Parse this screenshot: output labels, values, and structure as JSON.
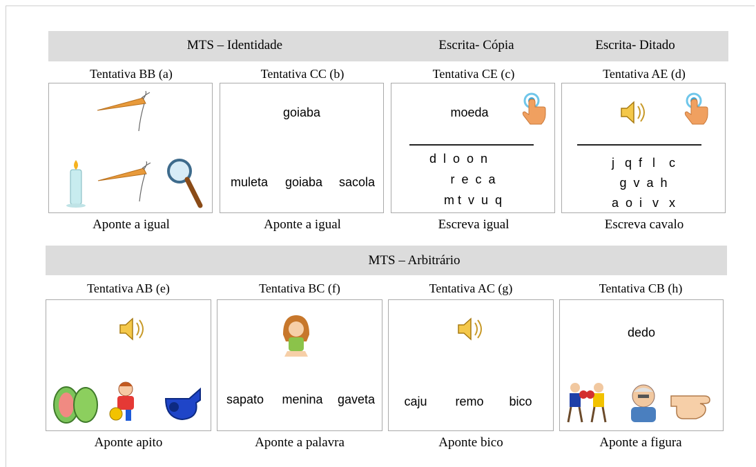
{
  "headers": {
    "identity": "MTS – Identidade",
    "copy": "Escrita- Cópia",
    "dictation": "Escrita- Ditado",
    "arbitrary": "MTS – Arbitrário"
  },
  "top_row": [
    {
      "trial": "Tentativa BB (a)",
      "instruction": "Aponte a igual"
    },
    {
      "trial": "Tentativa CC (b)",
      "instruction": "Aponte a igual",
      "sample": "goiaba",
      "choices": [
        "muleta",
        "goiaba",
        "sacola"
      ]
    },
    {
      "trial": "Tentativa CE  (c)",
      "instruction": "Escreva igual",
      "sample": "moeda",
      "keys": [
        "d  l  o  o  n",
        "r  e  c  a",
        "m t  v  u  q"
      ]
    },
    {
      "trial": "Tentativa AE (d)",
      "instruction": "Escreva cavalo",
      "keys": [
        "j   q  f   l    c",
        "g  v  a  h",
        "a  o  i   v   x"
      ]
    }
  ],
  "bottom_row": [
    {
      "trial": "Tentativa AB (e)",
      "instruction": "Aponte apito"
    },
    {
      "trial": "Tentativa BC (f)",
      "instruction": "Aponte a palavra",
      "choices": [
        "sapato",
        "menina",
        "gaveta"
      ]
    },
    {
      "trial": "Tentativa AC (g)",
      "instruction": "Aponte bico",
      "choices": [
        "caju",
        "remo",
        "bico"
      ]
    },
    {
      "trial": "Tentativa CB (h)",
      "instruction": "Aponte a figura",
      "sample": "dedo"
    }
  ]
}
